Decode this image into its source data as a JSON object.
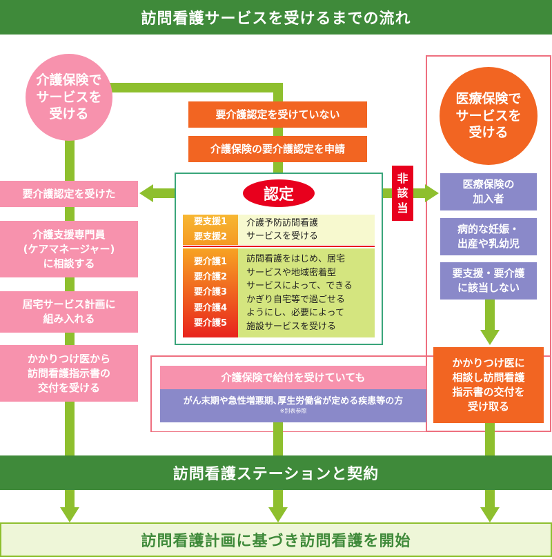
{
  "title": "訪問看護サービスを受けるまでの流れ",
  "left": {
    "circle": "介護保険で\nサービスを\n受ける",
    "steps": [
      "要介護認定を受けた",
      "介護支援専門員\n(ケアマネージャー)\nに相談する",
      "居宅サービス計画に\n組み入れる",
      "かかりつけ医から\n訪問看護指示書の\n交付を受ける"
    ]
  },
  "center": {
    "not_certified": "要介護認定を受けていない",
    "apply": "介護保険の要介護認定を申請",
    "nintei": "認定",
    "support_levels": [
      "要支援1",
      "要支援2"
    ],
    "support_desc": "介護予防訪問看護\nサービスを受ける",
    "care_levels": [
      "要介護1",
      "要介護2",
      "要介護3",
      "要介護4",
      "要介護5"
    ],
    "care_desc": "訪問看護をはじめ、居宅\nサービスや地域密着型\nサービスによって、できる\nかぎり自宅等で過ごせる\nようにし、必要によって\n施設サービスを受ける",
    "exception_title": "介護保険で給付を受けていても",
    "exception_body": "がん末期や急性増悪期､厚生労働省が定める疾患等の方",
    "exception_note": "※別表参照"
  },
  "higaitou": "非\n該\n当",
  "right": {
    "circle": "医療保険で\nサービスを\n受ける",
    "conditions": [
      "医療保険の\n加入者",
      "病的な妊娠・\n出産や乳幼児",
      "要支援・要介護\nに該当しない"
    ],
    "step": "かかりつけ医に\n相談し訪問看護\n指示書の交付を\n受け取る"
  },
  "contract": "訪問看護ステーションと契約",
  "start": "訪問看護計画に基づき訪問看護を開始",
  "colors": {
    "green_dark": "#3f8a3a",
    "green_line": "#8ebf2e",
    "pink": "#f792ad",
    "orange": "#f26522",
    "purple": "#8a89c9",
    "red": "#e8001d"
  }
}
